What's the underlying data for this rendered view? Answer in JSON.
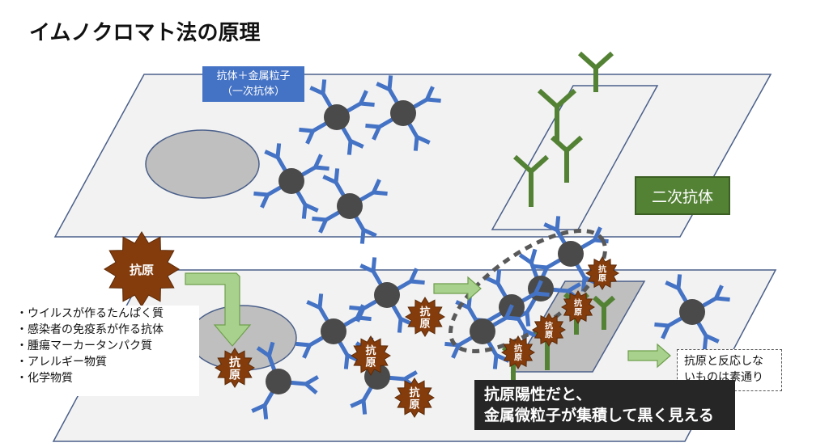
{
  "title": "イムノクロマト法の原理",
  "labels": {
    "primary_antibody_line1": "抗体＋金属粒子",
    "primary_antibody_line2": "（一次抗体）",
    "secondary_antibody": "二次抗体",
    "antigen": "抗原",
    "antigen_split_top": "抗",
    "antigen_split_bottom": "原",
    "no_reaction_line1": "抗原と反応しな",
    "no_reaction_line2": "いものは素通り",
    "positive_line1": "抗原陽性だと、",
    "positive_line2": "金属微粒子が集積して黒く見える"
  },
  "antigen_examples": [
    "・ウイルスが作るたんぱく質",
    "・感染者の免疫系が作る抗体",
    "・腫瘍マーカータンパク質",
    "・アレルギー物質",
    "・化学物質"
  ],
  "colors": {
    "antibody_blue": "#4472c4",
    "secondary_green": "#548235",
    "antigen_brown": "#843c0c",
    "metal_particle": "#4a4a4a",
    "arrow_green": "#a9d18e",
    "plate_fill": "#f2f2f2",
    "plate_stroke": "#4a5f8a",
    "pad_gray": "#bfbfbf"
  }
}
